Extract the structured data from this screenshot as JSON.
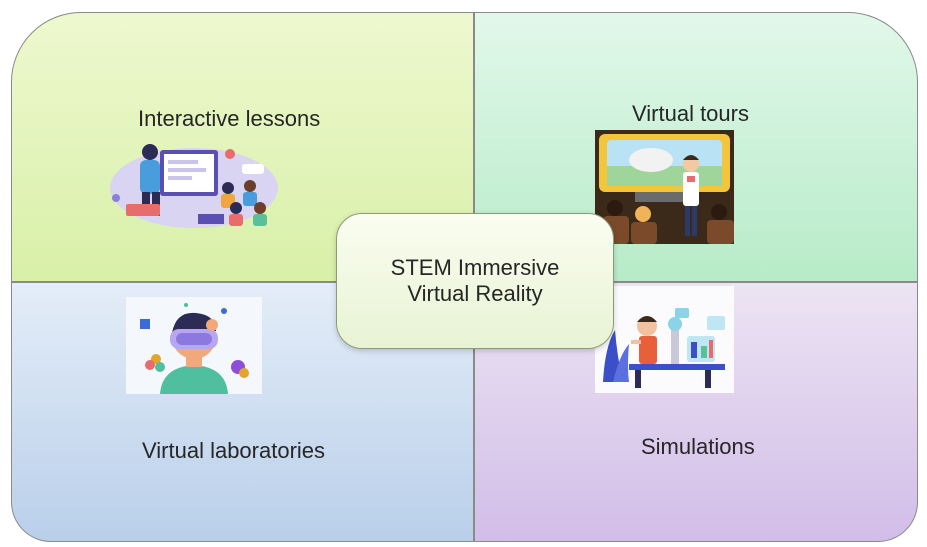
{
  "center": {
    "line1": "STEM Immersive",
    "line2": "Virtual Reality"
  },
  "quadrants": {
    "top_left": {
      "label": "Interactive lessons",
      "illustration": "teacher-presenting-illustration"
    },
    "top_right": {
      "label": "Virtual tours",
      "illustration": "bus-tour-illustration"
    },
    "bottom_left": {
      "label": "Virtual laboratories",
      "illustration": "vr-headset-user-illustration"
    },
    "bottom_right": {
      "label": "Simulations",
      "illustration": "scientist-lab-illustration"
    }
  },
  "colors": {
    "top_left": "#d8f0a8",
    "top_right": "#b7ebc8",
    "bottom_left": "#b9cfea",
    "bottom_right": "#d2bde8",
    "center": "#e8f3d4"
  }
}
